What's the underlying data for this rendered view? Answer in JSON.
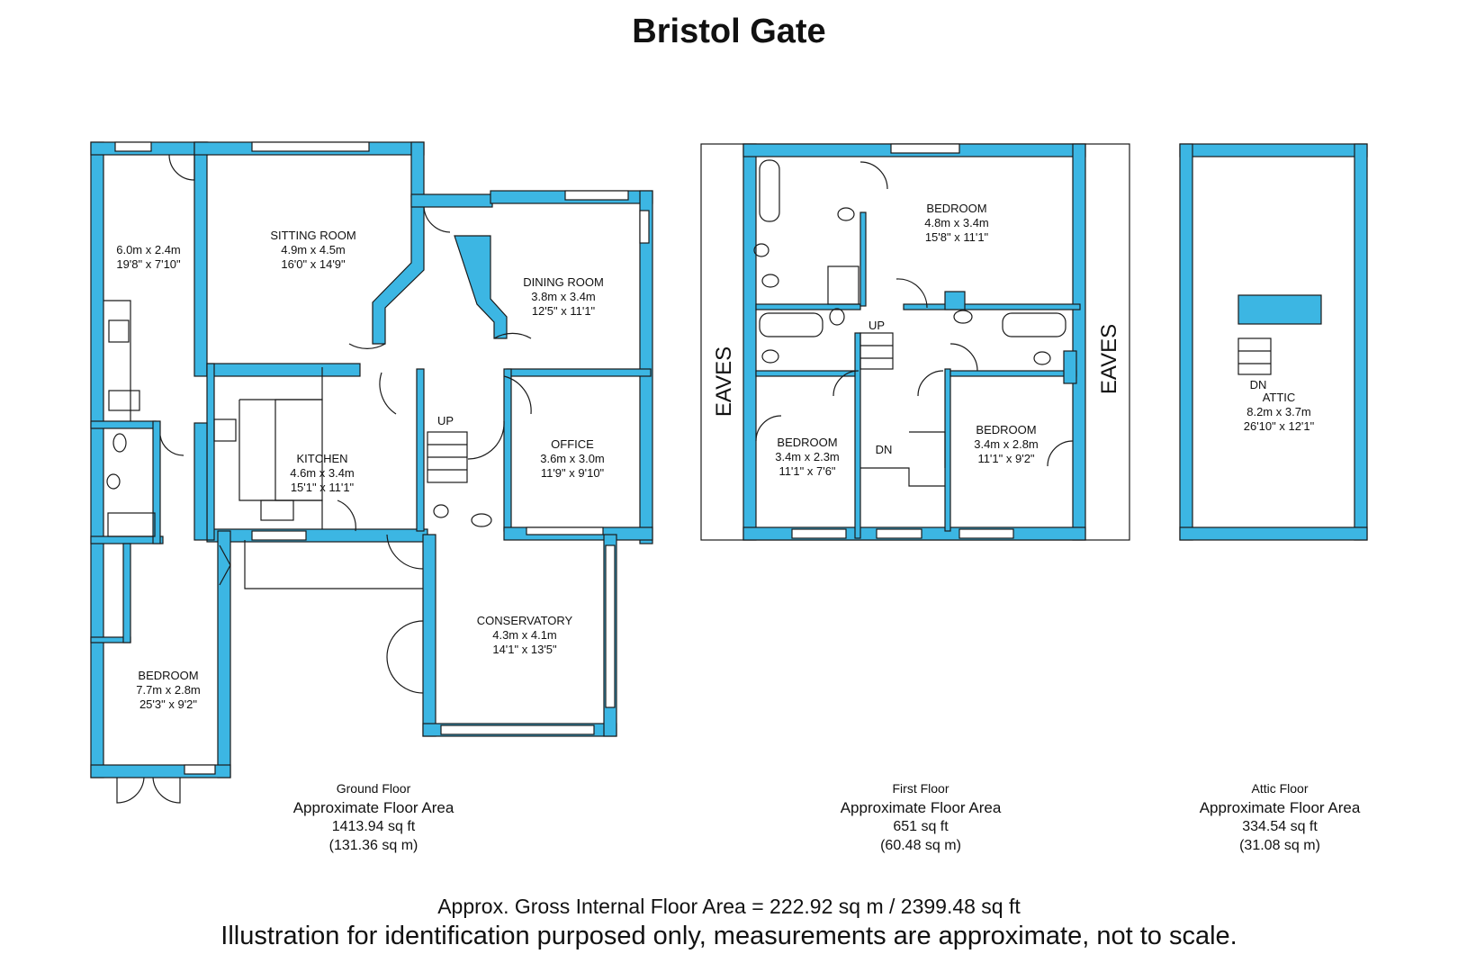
{
  "title": "Bristol Gate",
  "rooms": {
    "utility": {
      "name": "",
      "metric": "6.0m x 2.4m",
      "imperial": "19'8\" x 7'10\""
    },
    "sitting": {
      "name": "SITTING ROOM",
      "metric": "4.9m x 4.5m",
      "imperial": "16'0\" x 14'9\""
    },
    "dining": {
      "name": "DINING ROOM",
      "metric": "3.8m x 3.4m",
      "imperial": "12'5\" x 11'1\""
    },
    "kitchen": {
      "name": "KITCHEN",
      "metric": "4.6m x 3.4m",
      "imperial": "15'1\" x 11'1\""
    },
    "office": {
      "name": "OFFICE",
      "metric": "3.6m x 3.0m",
      "imperial": "11'9\" x 9'10\""
    },
    "conservatory": {
      "name": "CONSERVATORY",
      "metric": "4.3m x 4.1m",
      "imperial": "14'1\" x 13'5\""
    },
    "ground_bedroom": {
      "name": "BEDROOM",
      "metric": "7.7m x 2.8m",
      "imperial": "25'3\" x 9'2\""
    },
    "first_bedroom_main": {
      "name": "BEDROOM",
      "metric": "4.8m x 3.4m",
      "imperial": "15'8\" x 11'1\""
    },
    "first_bedroom_left": {
      "name": "BEDROOM",
      "metric": "3.4m x 2.3m",
      "imperial": "11'1\" x 7'6\""
    },
    "first_bedroom_right": {
      "name": "BEDROOM",
      "metric": "3.4m x 2.8m",
      "imperial": "11'1\" x 9'2\""
    },
    "attic": {
      "name": "ATTIC",
      "metric": "8.2m x 3.7m",
      "imperial": "26'10\" x 12'1\""
    }
  },
  "stairs": {
    "ground_up": "UP",
    "first_up": "UP",
    "first_dn": "DN",
    "attic_dn": "DN"
  },
  "eaves": {
    "left": "EAVES",
    "right": "EAVES"
  },
  "floors": [
    {
      "floor": "Ground Floor",
      "label": "Approximate Floor Area",
      "sqft": "1413.94 sq ft",
      "sqm": "(131.36 sq m)"
    },
    {
      "floor": "First Floor",
      "label": "Approximate Floor Area",
      "sqft": "651 sq ft",
      "sqm": "(60.48 sq m)"
    },
    {
      "floor": "Attic Floor",
      "label": "Approximate Floor Area",
      "sqft": "334.54 sq ft",
      "sqm": "(31.08 sq m)"
    }
  ],
  "gross": "Approx. Gross Internal Floor Area = 222.92 sq m / 2399.48 sq ft",
  "disclaimer": "Illustration for identification purposed only, measurements are approximate, not to scale.",
  "colors": {
    "wall": "#3cb6e3",
    "background": "#ffffff"
  }
}
